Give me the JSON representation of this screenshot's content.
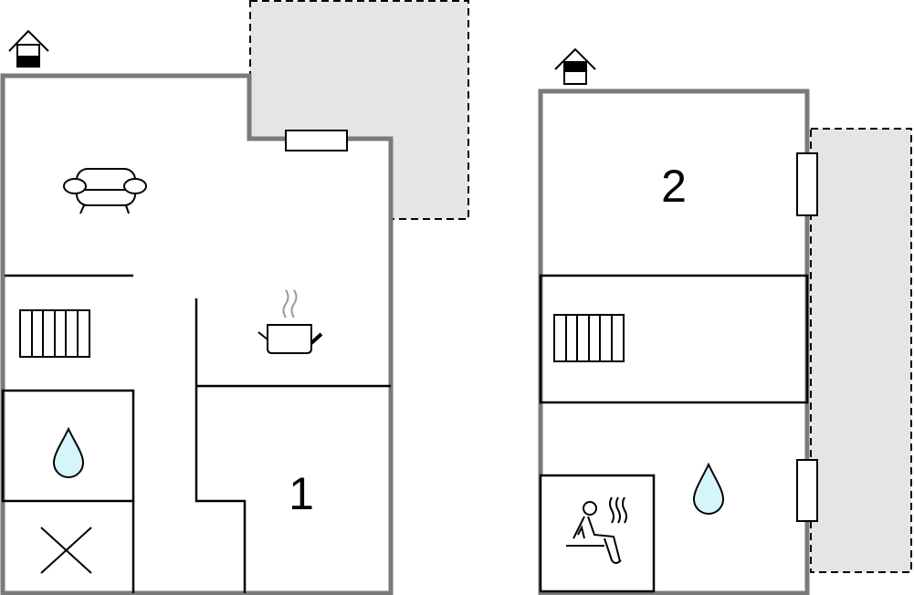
{
  "floors": [
    {
      "name": "ground-floor",
      "room_label": "1",
      "icons": [
        "entrance-icon",
        "sofa-icon",
        "kitchen-pot-icon",
        "stairs-icon",
        "water-drop-icon",
        "cross-icon",
        "window-icon"
      ]
    },
    {
      "name": "upper-floor",
      "room_label": "2",
      "icons": [
        "entrance-icon",
        "stairs-icon",
        "sauna-icon",
        "water-drop-icon",
        "window-icon"
      ]
    }
  ],
  "colors": {
    "wall": "#7a7a7a",
    "terrace": "#e5e5e5",
    "water": "#d4f6fa",
    "line": "#000000"
  }
}
